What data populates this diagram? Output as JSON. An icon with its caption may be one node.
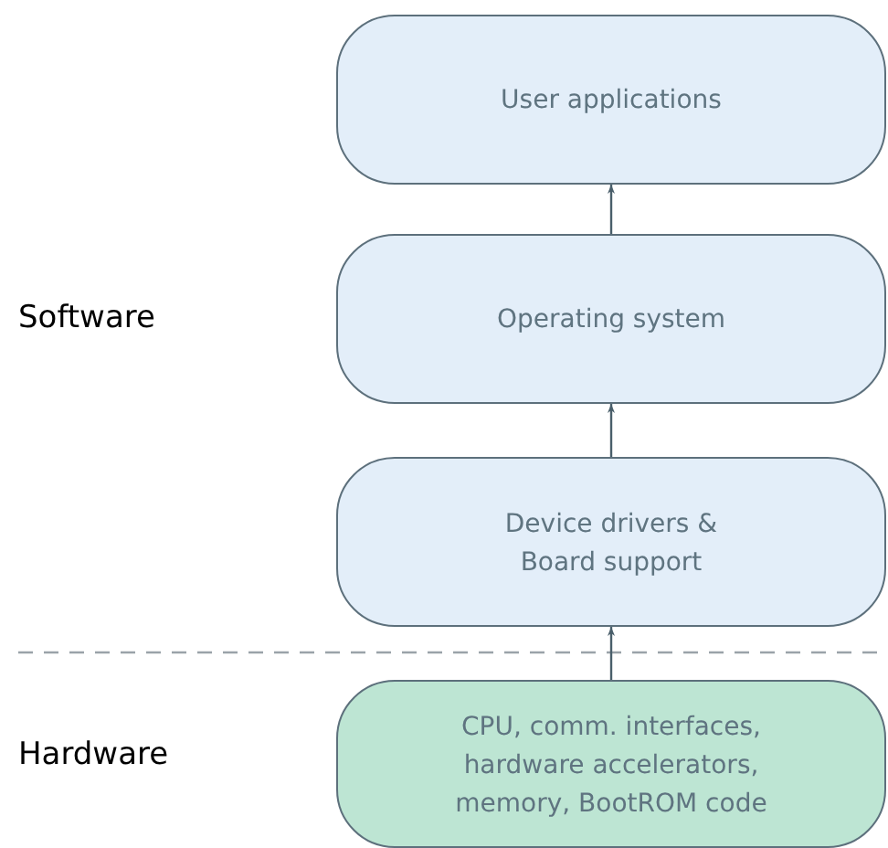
{
  "diagram": {
    "nodes": [
      {
        "text": [
          "User applications"
        ]
      },
      {
        "text": [
          "Operating system"
        ]
      },
      {
        "text": [
          "Device drivers & Board support"
        ]
      },
      {
        "text": [
          "CPU, comm. interfaces, hardware accelerators, memory, BootROM code"
        ]
      }
    ],
    "edges": [
      {
        "from": 3,
        "to": 2,
        "arrow": "to"
      },
      {
        "from": 2,
        "to": 1,
        "arrow": "to"
      },
      {
        "from": 1,
        "to": 0,
        "arrow": "to"
      }
    ],
    "labels": [
      "Software",
      "Hardware"
    ]
  }
}
